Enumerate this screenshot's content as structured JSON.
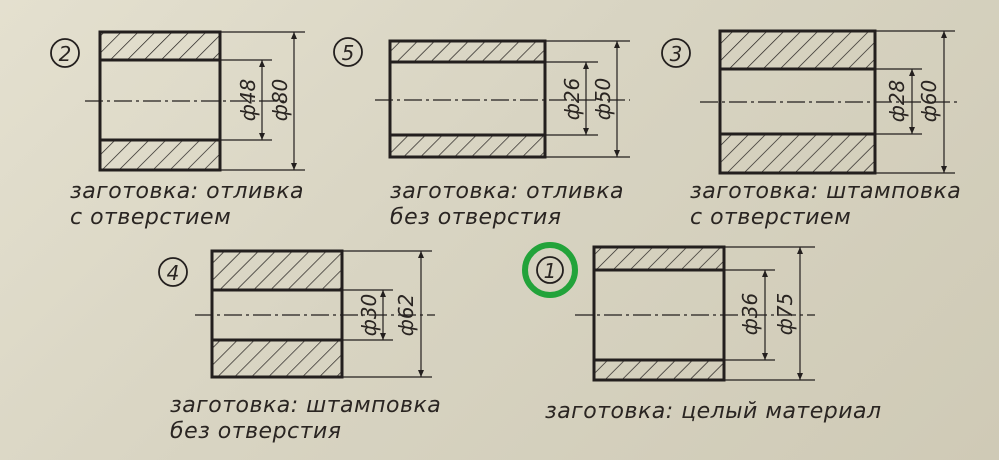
{
  "blanks": [
    {
      "number": "2",
      "inner_dim": "ф48",
      "outer_dim": "ф80",
      "caption_line1": "заготовка: отливка",
      "caption_line2": "с отверстием"
    },
    {
      "number": "5",
      "inner_dim": "ф26",
      "outer_dim": "ф50",
      "caption_line1": "заготовка: отливка",
      "caption_line2": "без отверстия"
    },
    {
      "number": "3",
      "inner_dim": "ф28",
      "outer_dim": "ф60",
      "caption_line1": "заготовка: штамповка",
      "caption_line2": "с отверстием"
    },
    {
      "number": "4",
      "inner_dim": "ф30",
      "outer_dim": "ф62",
      "caption_line1": "заготовка: штамповка",
      "caption_line2": "без отверстия"
    },
    {
      "number": "1",
      "inner_dim": "ф36",
      "outer_dim": "ф75",
      "caption_line1": "заготовка: целый материал",
      "caption_line2": "",
      "highlighted": true
    }
  ],
  "colors": {
    "line": "#231f1e",
    "paper": "#dcd8c6",
    "highlight": "#22a33a"
  }
}
